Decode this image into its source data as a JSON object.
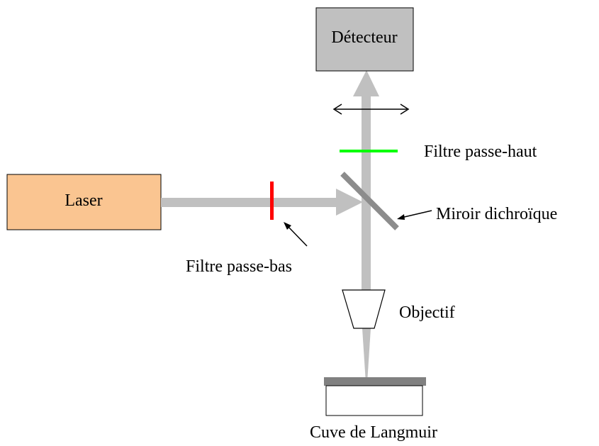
{
  "labels": {
    "laser": "Laser",
    "detector": "Détecteur",
    "low_pass_filter": "Filtre passe-bas",
    "high_pass_filter": "Filtre passe-haut",
    "dichroic_mirror": "Miroir dichroïque",
    "objective": "Objectif",
    "langmuir_trough": "Cuve de Langmuir"
  },
  "colors": {
    "laser_fill": "#fac591",
    "detector_fill": "#c0c0c0",
    "beam": "#c0c0c0",
    "mirror": "#8c8c8c",
    "low_pass_filter": "#ff0000",
    "high_pass_filter": "#00ff00",
    "plate": "#808080"
  }
}
